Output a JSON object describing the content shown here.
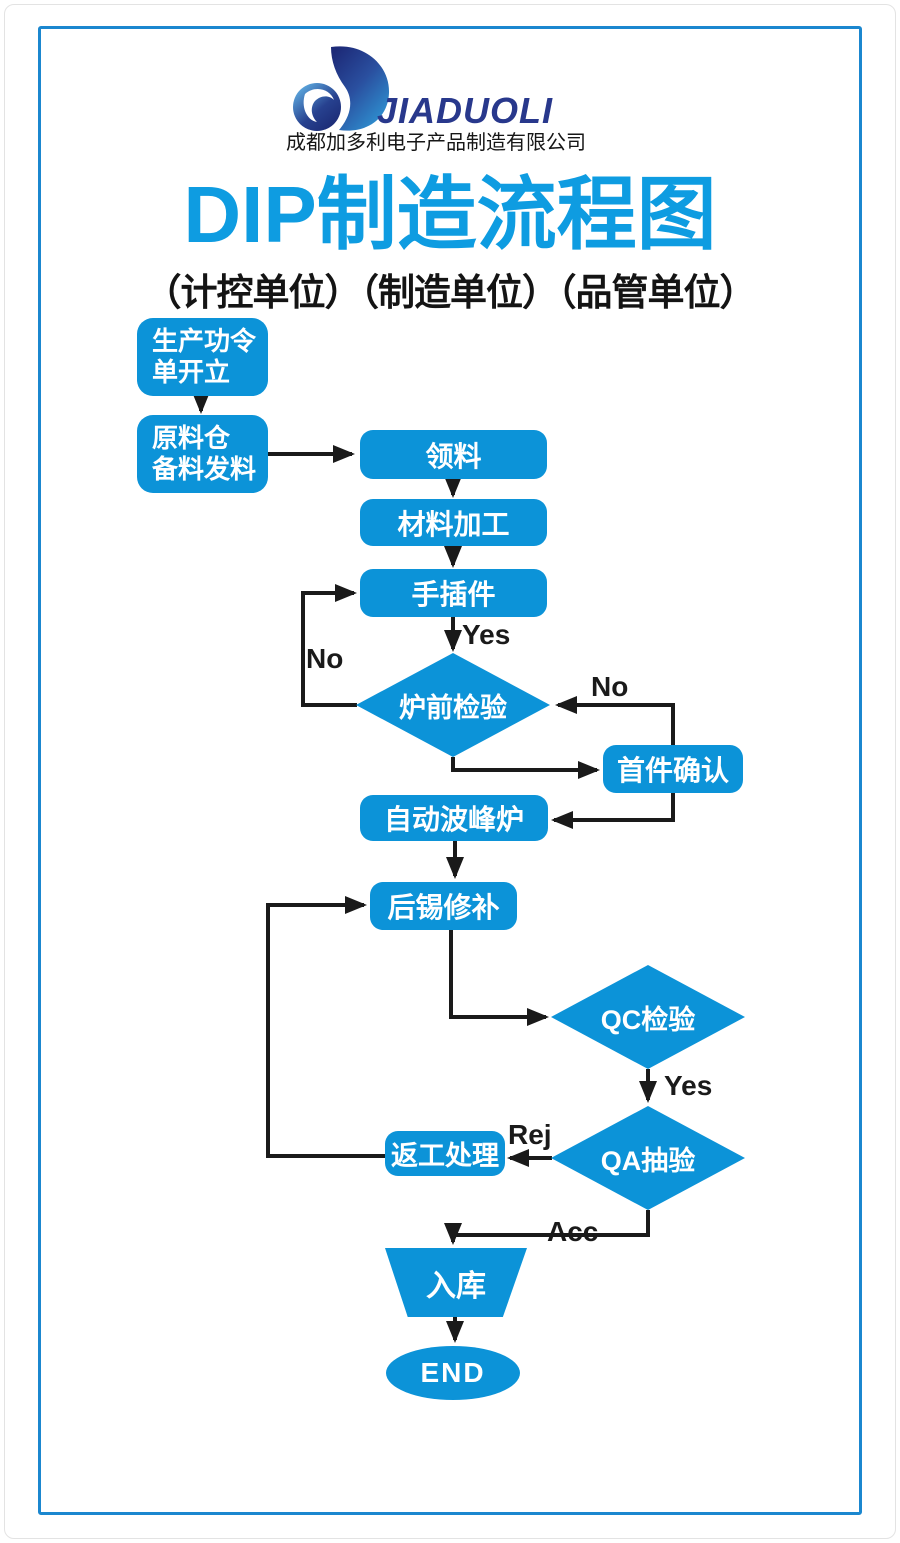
{
  "header": {
    "brand": "JIADUOLI",
    "company": "成都加多利电子产品制造有限公司",
    "title": "DIP制造流程图",
    "subtitle": "（计控单位）（制造单位）（品管单位）"
  },
  "colors": {
    "node_blue": "#0c93d8",
    "title_blue": "#0e9ce1",
    "brand_navy": "#28388c",
    "frame_blue": "#1b87cf",
    "line_black": "#1a1a1a"
  },
  "nodes": {
    "start": {
      "line1": "生产功令",
      "line2": "单开立"
    },
    "prep": {
      "line1": "原料仓",
      "line2": "备料发料"
    },
    "pick": {
      "label": "领料"
    },
    "process": {
      "label": "材料加工"
    },
    "insert": {
      "label": "手插件"
    },
    "inspect": {
      "label": "炉前检验"
    },
    "confirm": {
      "label": "首件确认"
    },
    "wave": {
      "label": "自动波峰炉"
    },
    "repair": {
      "label": "后锡修补"
    },
    "qc": {
      "label": "QC检验"
    },
    "qa": {
      "label": "QA抽验"
    },
    "rework": {
      "label": "返工处理"
    },
    "warehouse": {
      "label": "入库"
    },
    "end": {
      "label": "END"
    }
  },
  "edge_labels": {
    "yes1": "Yes",
    "no_left": "No",
    "no_right": "No",
    "yes2": "Yes",
    "rej": "Rej",
    "acc": "Acc"
  }
}
